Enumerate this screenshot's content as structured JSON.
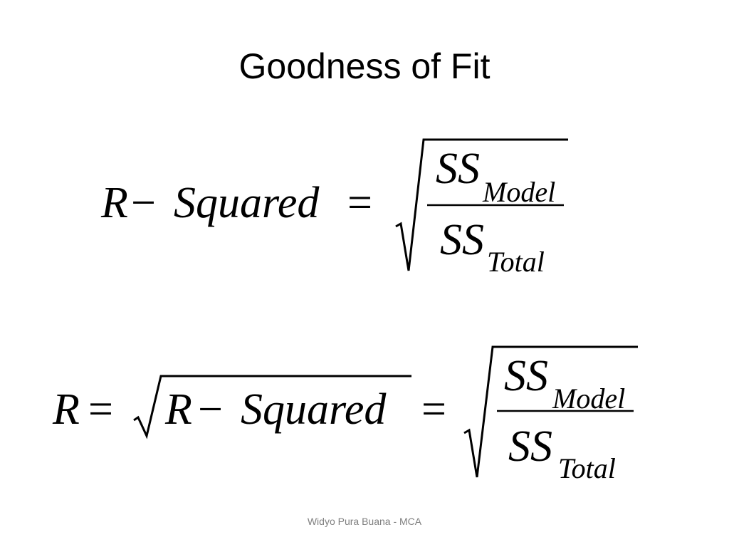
{
  "slide": {
    "title": "Goodness of Fit",
    "footer": "Widyo Pura Buana - MCA"
  },
  "equation1": {
    "lhs_R": "R",
    "minus": "−",
    "squared": "Squared",
    "equals": "=",
    "num_SS": "SS",
    "num_sub": "Model",
    "den_SS": "SS",
    "den_sub": "Total"
  },
  "equation2": {
    "lhs_R": "R",
    "equals_1": "=",
    "inner_R": "R",
    "minus": "−",
    "squared": "Squared",
    "equals_2": "=",
    "num_SS": "SS",
    "num_sub": "Model",
    "den_SS": "SS",
    "den_sub": "Total"
  }
}
